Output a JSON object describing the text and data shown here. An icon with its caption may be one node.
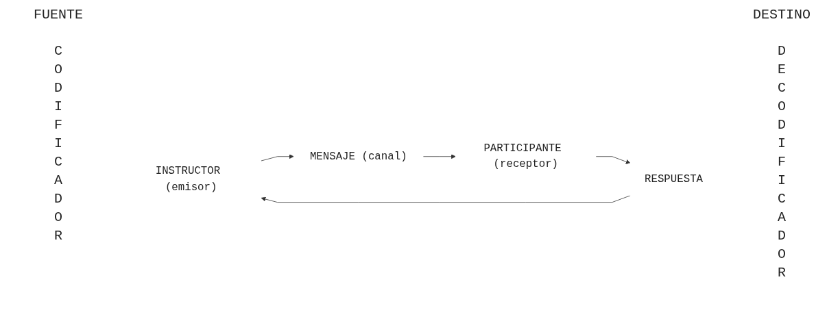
{
  "diagram": {
    "nodes": [
      {
        "text": [
          "INSTRUCTOR (emisor)"
        ]
      },
      {
        "text": [
          "MENSAJE (canal)"
        ]
      },
      {
        "text": [
          "PARTICIPANTE (receptor)"
        ]
      },
      {
        "text": [
          "RESPUESTA"
        ]
      }
    ],
    "edges": [
      {
        "from": 0,
        "to": 1,
        "arrow": "to"
      },
      {
        "from": 1,
        "to": 2,
        "arrow": "to"
      },
      {
        "from": 2,
        "to": 3,
        "arrow": "to"
      },
      {
        "from": 3,
        "to": 0,
        "arrow": "to"
      }
    ],
    "labels": [
      "FUENTE",
      "DESTINO",
      "CODIFICADOR",
      "DECODIFICADOR"
    ]
  }
}
